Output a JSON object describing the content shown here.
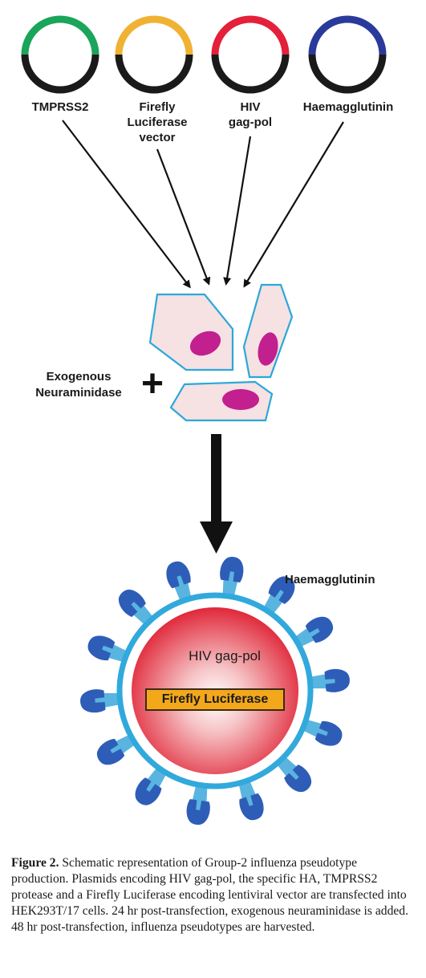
{
  "plasmids": [
    {
      "label_lines": [
        "TMPRSS2"
      ],
      "color": "#1aa55a"
    },
    {
      "label_lines": [
        "Firefly",
        "Luciferase",
        "vector"
      ],
      "color": "#f0b233"
    },
    {
      "label_lines": [
        "HIV",
        "gag-pol"
      ],
      "color": "#e4203a"
    },
    {
      "label_lines": [
        "Haemagglutinin"
      ],
      "color": "#2a3a9b"
    }
  ],
  "cells": {
    "membrane_color": "#2aa8d8",
    "cytoplasm_color": "#f6e1e3",
    "nucleus_color": "#c21f8f"
  },
  "neuraminidase": {
    "label_lines": [
      "Exogenous",
      "Neuraminidase"
    ],
    "symbol": "+"
  },
  "particle": {
    "ha_label": "Haemagglutinin",
    "core_label": "HIV gag-pol",
    "reporter_label": "Firefly Luciferase",
    "spike_count": 14,
    "spike_color": "#2e5db8",
    "spike_light_color": "#5ab4e0",
    "envelope_color": "#31a9dc",
    "core_color": "#e02a3a"
  },
  "caption": {
    "bold": "Figure 2.",
    "text": " Schematic representation of Group-2 influenza pseudotype production. Plasmids encoding HIV gag-pol, the specific HA, TMPRSS2 protease and a Firefly Luciferase encoding lentiviral vector are transfected into HEK293T/17 cells. 24 hr post-transfection, exogenous neuraminidase is added. 48 hr post-transfection, influenza pseudotypes are harvested."
  }
}
